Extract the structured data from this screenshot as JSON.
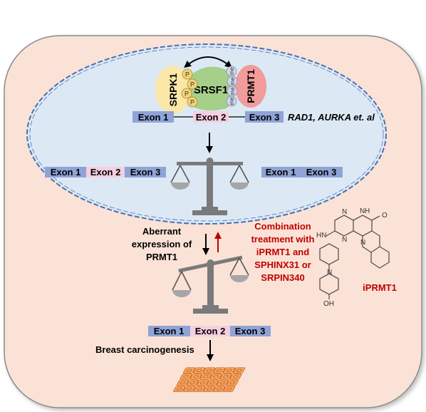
{
  "colors": {
    "cell_bg": "#fbe2d6",
    "cell_border": "#8a8a8a",
    "nucleus_bg": "#dce9f5",
    "nucleus_border": "#4a6fb0",
    "exon_blue": "#8fa3d6",
    "exon_pink": "#f5cfe0",
    "srpk1": "#fbe7a8",
    "prmt1": "#f29b9b",
    "srsf1": "#a6cf8a",
    "phospho": "#f3d27a",
    "methyl": "#cfd8ea",
    "scale": "#7a7a7a",
    "pan": "#a6a6a6",
    "red_text": "#c00000",
    "tissue": "#f4a460"
  },
  "icons": [
    "curved-double-arrow-icon",
    "balance-scale-icon",
    "down-arrow-icon",
    "up-arrow-icon",
    "tissue-cells-icon",
    "chemical-structure-icon"
  ],
  "proteins": {
    "srpk1": "SRPK1",
    "srsf1": "SRSF1",
    "prmt1": "PRMT1"
  },
  "phospho_label": "P",
  "methyl_label": "me",
  "gene_top": {
    "exon1": "Exon 1",
    "exon2": "Exon 2",
    "exon3": "Exon 3"
  },
  "target_genes": "RAD1, AURKA et. al",
  "isoform_left": {
    "exon1": "Exon 1",
    "exon2": "Exon 2",
    "exon3": "Exon 3"
  },
  "isoform_right": {
    "exon1": "Exon 1",
    "exon3": "Exon 3"
  },
  "aberrant": {
    "line1": "Aberrant",
    "line2": "expression of",
    "line3": "PRMT1"
  },
  "treatment": {
    "line1": "Combination",
    "line2": "treatment with",
    "line3": "iPRMT1 and",
    "line4": "SPHINX31 or",
    "line5": "SRPIN340"
  },
  "gene_bottom": {
    "exon1": "Exon 1",
    "exon2": "Exon 2",
    "exon3": "Exon 3"
  },
  "outcome": "Breast carcinogenesis",
  "compound": {
    "name": "iPRMT1",
    "atom_O": "O",
    "atom_NH_ring": "N",
    "atom_H": "H",
    "atom_N1": "N",
    "atom_N2": "N",
    "atom_N3": "N",
    "atom_HN": "HN",
    "atom_N_pip": "N",
    "atom_OH": "OH"
  }
}
